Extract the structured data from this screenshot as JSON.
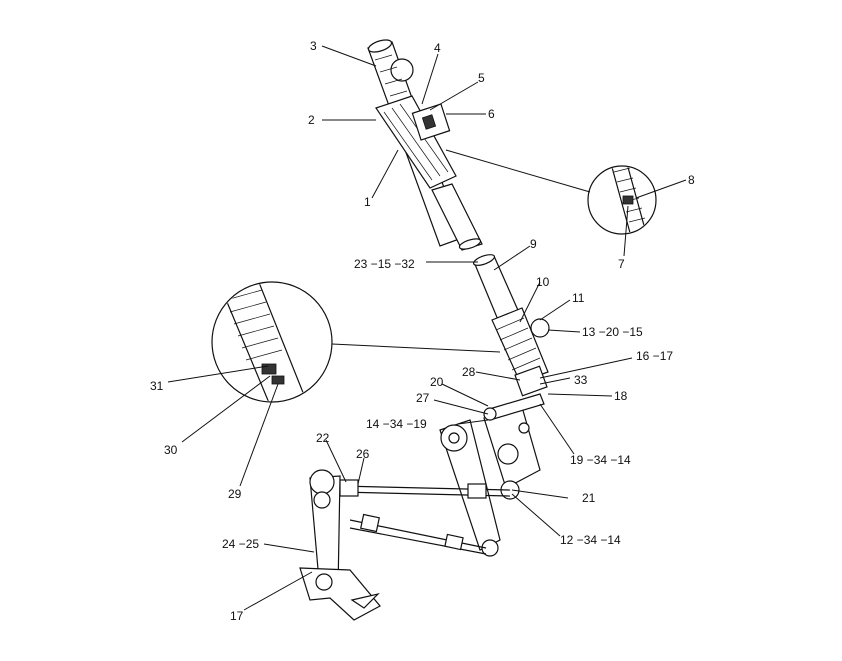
{
  "colors": {
    "ink": "#111111",
    "background": "#ffffff"
  },
  "labels": {
    "l1": "1",
    "l2": "2",
    "l3": "3",
    "l4": "4",
    "l5": "5",
    "l6": "6",
    "l7": "7",
    "l8": "8",
    "l9": "9",
    "l10": "10",
    "l11": "11",
    "l13_20_15": "13 −20 −15",
    "l23_15_32": "23 −15 −32",
    "l16_17": "16 −17",
    "l28": "28",
    "l33": "33",
    "l18": "18",
    "l20": "20",
    "l27": "27",
    "l14_34_19": "14 −34 −19",
    "l19_34_14": "19 −34 −14",
    "l31": "31",
    "l30": "30",
    "l29": "29",
    "l22": "22",
    "l26": "26",
    "l21": "21",
    "l12_34_14": "12 −34 −14",
    "l24_25": "24 −25",
    "l17": "17"
  }
}
